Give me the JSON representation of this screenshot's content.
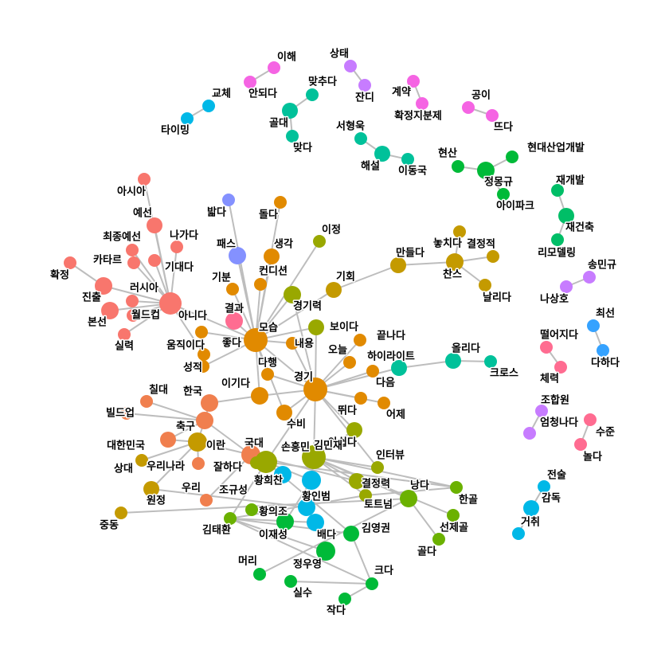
{
  "colors": {
    "red": "#f8766d",
    "salmon": "#f07f4e",
    "orange": "#e18a00",
    "mustard": "#c49a00",
    "olive": "#99a800",
    "lime": "#6bb100",
    "green": "#00ba38",
    "emerald": "#00be67",
    "teal": "#00c19a",
    "sky": "#00b8e7",
    "blue": "#35a2ff",
    "periwinkle": "#8491ff",
    "violet": "#c77cff",
    "pink": "#f564e3",
    "rose": "#ff6c91"
  },
  "nodes": [
    {
      "label": "이해",
      "color": "pink"
    },
    {
      "label": "안되다",
      "color": "pink"
    },
    {
      "label": "상태",
      "color": "violet"
    },
    {
      "label": "잔디",
      "color": "violet"
    },
    {
      "label": "맞추다",
      "color": "teal"
    },
    {
      "label": "골대",
      "color": "teal"
    },
    {
      "label": "맞다",
      "color": "teal"
    },
    {
      "label": "교체",
      "color": "sky"
    },
    {
      "label": "타이밍",
      "color": "sky"
    },
    {
      "label": "계약",
      "color": "pink"
    },
    {
      "label": "확정지분제",
      "color": "pink"
    },
    {
      "label": "공이",
      "color": "pink"
    },
    {
      "label": "뜨다",
      "color": "pink"
    },
    {
      "label": "서형욱",
      "color": "teal"
    },
    {
      "label": "해설",
      "color": "teal"
    },
    {
      "label": "이동국",
      "color": "teal"
    },
    {
      "label": "현산",
      "color": "green"
    },
    {
      "label": "현대산업개발",
      "color": "green"
    },
    {
      "label": "정몽규",
      "color": "green"
    },
    {
      "label": "아이파크",
      "color": "green"
    },
    {
      "label": "재개발",
      "color": "emerald"
    },
    {
      "label": "재건축",
      "color": "emerald"
    },
    {
      "label": "리모델링",
      "color": "emerald"
    },
    {
      "label": "송민규",
      "color": "violet"
    },
    {
      "label": "나상호",
      "color": "violet"
    },
    {
      "label": "최선",
      "color": "blue"
    },
    {
      "label": "다하다",
      "color": "blue"
    },
    {
      "label": "떨어지다",
      "color": "rose"
    },
    {
      "label": "체력",
      "color": "rose"
    },
    {
      "label": "조합원",
      "color": "violet"
    },
    {
      "label": "엄청나다",
      "color": "violet"
    },
    {
      "label": "수준",
      "color": "rose"
    },
    {
      "label": "놀다",
      "color": "rose"
    },
    {
      "label": "전술",
      "color": "sky"
    },
    {
      "label": "감독",
      "color": "sky"
    },
    {
      "label": "거취",
      "color": "sky"
    },
    {
      "label": "아시아",
      "color": "red"
    },
    {
      "label": "예선",
      "color": "red"
    },
    {
      "label": "최종예선",
      "color": "red"
    },
    {
      "label": "나가다",
      "color": "red"
    },
    {
      "label": "카타르",
      "color": "red"
    },
    {
      "label": "기대다",
      "color": "red"
    },
    {
      "label": "확정",
      "color": "red"
    },
    {
      "label": "진출",
      "color": "red"
    },
    {
      "label": "러시아",
      "color": "red"
    },
    {
      "label": "본선",
      "color": "red"
    },
    {
      "label": "월드컵",
      "color": "red"
    },
    {
      "label": "실력",
      "color": "red"
    },
    {
      "label": "아니다",
      "color": "red"
    },
    {
      "label": "밟다",
      "color": "periwinkle"
    },
    {
      "label": "돌다",
      "color": "orange"
    },
    {
      "label": "이정",
      "color": "olive"
    },
    {
      "label": "패스",
      "color": "periwinkle"
    },
    {
      "label": "생각",
      "color": "orange"
    },
    {
      "label": "기분",
      "color": "orange"
    },
    {
      "label": "컨디션",
      "color": "orange"
    },
    {
      "label": "결과",
      "color": "rose"
    },
    {
      "label": "경기력",
      "color": "olive"
    },
    {
      "label": "기회",
      "color": "mustard"
    },
    {
      "label": "만들다",
      "color": "mustard"
    },
    {
      "label": "찬스",
      "color": "mustard"
    },
    {
      "label": "놓치다",
      "color": "mustard"
    },
    {
      "label": "결정적",
      "color": "mustard"
    },
    {
      "label": "날리다",
      "color": "mustard"
    },
    {
      "label": "움직이다",
      "color": "orange"
    },
    {
      "label": "모습",
      "color": "orange"
    },
    {
      "label": "좋다",
      "color": "orange"
    },
    {
      "label": "보이다",
      "color": "olive"
    },
    {
      "label": "내용",
      "color": "orange"
    },
    {
      "label": "끝나다",
      "color": "orange"
    },
    {
      "label": "오늘",
      "color": "orange"
    },
    {
      "label": "하이라이트",
      "color": "teal"
    },
    {
      "label": "올리다",
      "color": "teal"
    },
    {
      "label": "크로스",
      "color": "teal"
    },
    {
      "label": "성적",
      "color": "orange"
    },
    {
      "label": "다행",
      "color": "orange"
    },
    {
      "label": "경기",
      "color": "orange"
    },
    {
      "label": "다음",
      "color": "orange"
    },
    {
      "label": "칠대",
      "color": "salmon"
    },
    {
      "label": "한국",
      "color": "salmon"
    },
    {
      "label": "이기다",
      "color": "orange"
    },
    {
      "label": "뛰다",
      "color": "orange"
    },
    {
      "label": "어제",
      "color": "orange"
    },
    {
      "label": "빌드업",
      "color": "salmon"
    },
    {
      "label": "축구",
      "color": "salmon"
    },
    {
      "label": "수비",
      "color": "orange"
    },
    {
      "label": "대한민국",
      "color": "salmon"
    },
    {
      "label": "이란",
      "color": "mustard"
    },
    {
      "label": "국대",
      "color": "salmon"
    },
    {
      "label": "손흥민",
      "color": "olive"
    },
    {
      "label": "아쉽다",
      "color": "olive"
    },
    {
      "label": "상대",
      "color": "mustard"
    },
    {
      "label": "우리나라",
      "color": "salmon"
    },
    {
      "label": "잘하다",
      "color": "olive"
    },
    {
      "label": "김민재",
      "color": "olive"
    },
    {
      "label": "인터뷰",
      "color": "olive"
    },
    {
      "label": "황희찬",
      "color": "sky"
    },
    {
      "label": "결정력",
      "color": "olive"
    },
    {
      "label": "낭다",
      "color": "lime"
    },
    {
      "label": "원정",
      "color": "mustard"
    },
    {
      "label": "우리",
      "color": "salmon"
    },
    {
      "label": "조규성",
      "color": "lime"
    },
    {
      "label": "황인범",
      "color": "sky"
    },
    {
      "label": "토트넘",
      "color": "olive"
    },
    {
      "label": "한골",
      "color": "lime"
    },
    {
      "label": "중동",
      "color": "mustard"
    },
    {
      "label": "황의조",
      "color": "sky"
    },
    {
      "label": "김태환",
      "color": "lime"
    },
    {
      "label": "이재성",
      "color": "green"
    },
    {
      "label": "배다",
      "color": "sky"
    },
    {
      "label": "김영권",
      "color": "green"
    },
    {
      "label": "선제골",
      "color": "lime"
    },
    {
      "label": "골다",
      "color": "lime"
    },
    {
      "label": "머리",
      "color": "green"
    },
    {
      "label": "정우영",
      "color": "green"
    },
    {
      "label": "크다",
      "color": "green"
    },
    {
      "label": "실수",
      "color": "green"
    },
    {
      "label": "작다",
      "color": "green"
    }
  ]
}
